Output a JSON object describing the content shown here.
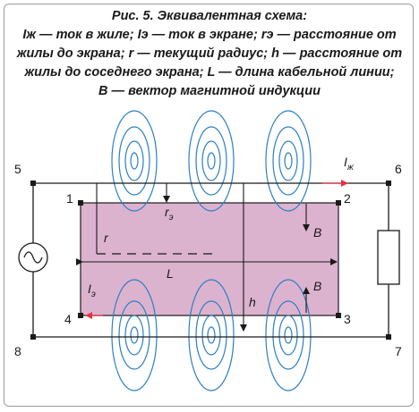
{
  "caption": {
    "title": "Рис. 5. Эквивалентная схема:",
    "line1": "Iж — ток в жиле; Iэ — ток в экране; rэ — расстояние от",
    "line2": "жилы до экрана; r — текущий радиус; h — расстояние от",
    "line3": "жилы до соседнего экрана; L — длина кабельной линии;",
    "line4": "B — вектор магнитной индукции"
  },
  "nodes": {
    "n1": "1",
    "n2": "2",
    "n3": "3",
    "n4": "4",
    "n5": "5",
    "n6": "6",
    "n7": "7",
    "n8": "8"
  },
  "labels": {
    "I_core": "I",
    "I_core_sub": "ж",
    "I_screen": "I",
    "I_screen_sub": "э",
    "r_screen": "r",
    "r_screen_sub": "э",
    "r": "r",
    "L": "L",
    "h": "h",
    "B_top": "B",
    "B_bottom": "B"
  },
  "colors": {
    "screen_fill": "#dcb3cf",
    "field_lines": "#2b7fc4",
    "current_arrow": "#e8313f",
    "wire": "#1a1a1a"
  }
}
